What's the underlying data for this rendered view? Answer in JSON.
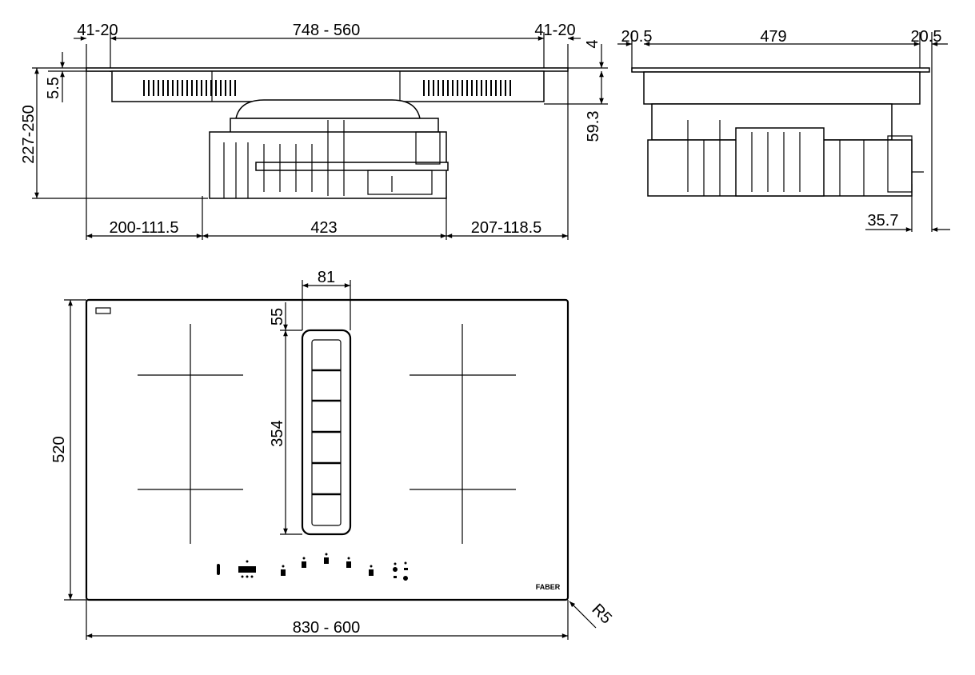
{
  "front_view": {
    "top_left_overhang": "41-20",
    "cutout_width": "748 - 560",
    "top_right_overhang": "41-20",
    "glass_thickness": "4",
    "frame_height": "5.5",
    "total_depth": "227-250",
    "body_height": "59.3",
    "bottom_left": "200-111.5",
    "bottom_center": "423",
    "bottom_right": "207-118.5"
  },
  "side_view": {
    "left_overhang": "20.5",
    "cutout_depth": "479",
    "right_overhang": "20.5",
    "connector_offset": "35.7"
  },
  "top_view": {
    "vent_width": "81",
    "vent_offset": "55",
    "vent_length": "354",
    "depth": "520",
    "width": "830 - 600",
    "corner_radius": "R5",
    "brand": "FABER"
  }
}
